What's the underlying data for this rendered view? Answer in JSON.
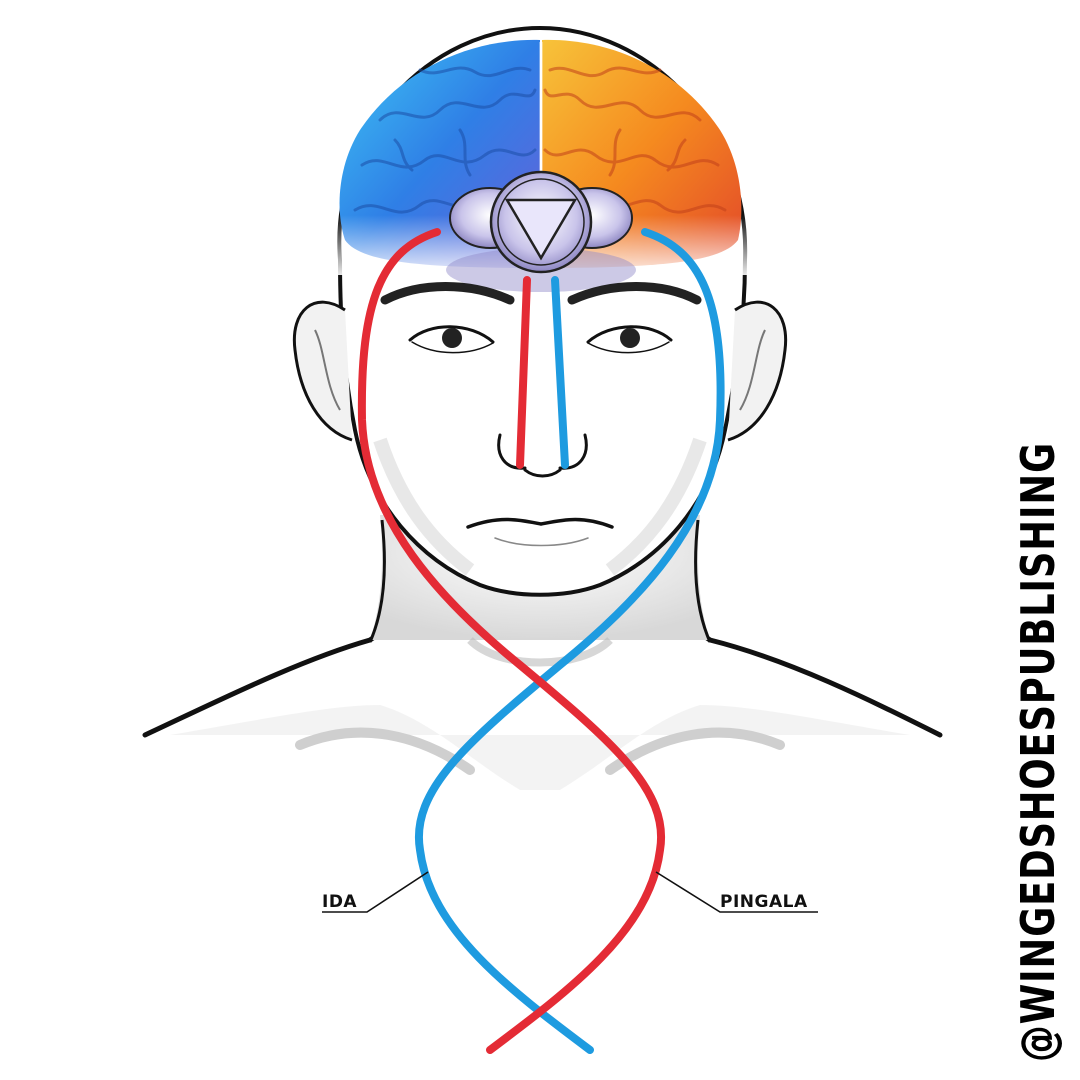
{
  "labels": {
    "left_channel": "IDA",
    "right_channel": "PINGALA"
  },
  "watermark": "@WINGEDSHOESPUBLISHING",
  "colors": {
    "ida": "#1e9be0",
    "pingala": "#e42b35",
    "brain_left": "#2f8fe8",
    "brain_right": "#f06a1c",
    "chakra": "#8c86c6"
  },
  "icons": [
    "third-eye-chakra-icon",
    "downward-triangle-icon"
  ]
}
